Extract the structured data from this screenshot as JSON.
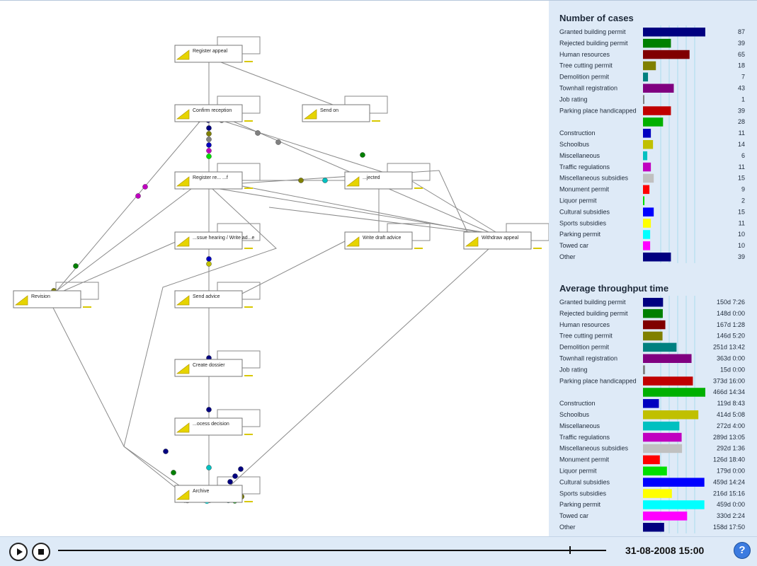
{
  "process_map": {
    "activities": [
      {
        "id": "register_appeal",
        "label": "Register appeal"
      },
      {
        "id": "confirm_reception",
        "label": "Confirm reception"
      },
      {
        "id": "send_on",
        "label": "Send on"
      },
      {
        "id": "register_request",
        "label": "Register re... ...f"
      },
      {
        "id": "rejected",
        "label": "...jected"
      },
      {
        "id": "hearing",
        "label": "...ssue hearing / Write ad...e"
      },
      {
        "id": "write_draft",
        "label": "Write draft advice"
      },
      {
        "id": "withdraw",
        "label": "Withdraw appeal"
      },
      {
        "id": "revision",
        "label": "Revision"
      },
      {
        "id": "send_advice",
        "label": "Send advice"
      },
      {
        "id": "create_dossier",
        "label": "Create dossier"
      },
      {
        "id": "process_decision",
        "label": "...ocess decision"
      },
      {
        "id": "archive",
        "label": "Archive"
      }
    ]
  },
  "cases_panel": {
    "title": "Number of cases",
    "rows": [
      {
        "label": "Granted building permit",
        "value": "87",
        "color": "#000080"
      },
      {
        "label": "Rejected building permit",
        "value": "39",
        "color": "#008000"
      },
      {
        "label": "Human resources",
        "value": "65",
        "color": "#800000"
      },
      {
        "label": "Tree cutting permit",
        "value": "18",
        "color": "#808000"
      },
      {
        "label": "Demolition permit",
        "value": "7",
        "color": "#008080"
      },
      {
        "label": "Townhall registration",
        "value": "43",
        "color": "#800080"
      },
      {
        "label": "Job rating",
        "value": "1",
        "color": "#808080"
      },
      {
        "label": "Parking place handicapped",
        "value": "39",
        "color": "#c00000"
      },
      {
        "label": "",
        "value": "28",
        "color": "#00b000"
      },
      {
        "label": "Construction",
        "value": "11",
        "color": "#0000c0"
      },
      {
        "label": "Schoolbus",
        "value": "14",
        "color": "#c0c000"
      },
      {
        "label": "Miscellaneous",
        "value": "6",
        "color": "#00c0c0"
      },
      {
        "label": "Traffic regulations",
        "value": "11",
        "color": "#c000c0"
      },
      {
        "label": "Miscellaneous subsidies",
        "value": "15",
        "color": "#c0c0c0"
      },
      {
        "label": "Monument permit",
        "value": "9",
        "color": "#ff0000"
      },
      {
        "label": "Liquor permit",
        "value": "2",
        "color": "#00e000"
      },
      {
        "label": "Cultural subsidies",
        "value": "15",
        "color": "#0000ff"
      },
      {
        "label": "Sports subsidies",
        "value": "11",
        "color": "#ffff00"
      },
      {
        "label": "Parking permit",
        "value": "10",
        "color": "#00ffff"
      },
      {
        "label": "Towed car",
        "value": "10",
        "color": "#ff00ff"
      },
      {
        "label": "Other",
        "value": "39",
        "color": "#000080"
      }
    ]
  },
  "throughput_panel": {
    "title": "Average throughput time",
    "rows": [
      {
        "label": "Granted building permit",
        "value": "150d  7:26",
        "days": 150,
        "color": "#000080"
      },
      {
        "label": "Rejected building permit",
        "value": "148d  0:00",
        "days": 148,
        "color": "#008000"
      },
      {
        "label": "Human resources",
        "value": "167d  1:28",
        "days": 167,
        "color": "#800000"
      },
      {
        "label": "Tree cutting permit",
        "value": "146d  5:20",
        "days": 146,
        "color": "#808000"
      },
      {
        "label": "Demolition permit",
        "value": "251d 13:42",
        "days": 251,
        "color": "#008080"
      },
      {
        "label": "Townhall registration",
        "value": "363d  0:00",
        "days": 363,
        "color": "#800080"
      },
      {
        "label": "Job rating",
        "value": "15d  0:00",
        "days": 15,
        "color": "#808080"
      },
      {
        "label": "Parking place handicapped",
        "value": "373d 16:00",
        "days": 373,
        "color": "#c00000"
      },
      {
        "label": "",
        "value": "466d 14:34",
        "days": 466,
        "color": "#00b000"
      },
      {
        "label": "Construction",
        "value": "119d  8:43",
        "days": 119,
        "color": "#0000c0"
      },
      {
        "label": "Schoolbus",
        "value": "414d  5:08",
        "days": 414,
        "color": "#c0c000"
      },
      {
        "label": "Miscellaneous",
        "value": "272d  4:00",
        "days": 272,
        "color": "#00c0c0"
      },
      {
        "label": "Traffic regulations",
        "value": "289d 13:05",
        "days": 289,
        "color": "#c000c0"
      },
      {
        "label": "Miscellaneous subsidies",
        "value": "292d  1:36",
        "days": 292,
        "color": "#c0c0c0"
      },
      {
        "label": "Monument permit",
        "value": "126d 18:40",
        "days": 126,
        "color": "#ff0000"
      },
      {
        "label": "Liquor permit",
        "value": "179d  0:00",
        "days": 179,
        "color": "#00e000"
      },
      {
        "label": "Cultural subsidies",
        "value": "459d 14:24",
        "days": 459,
        "color": "#0000ff"
      },
      {
        "label": "Sports subsidies",
        "value": "216d 15:16",
        "days": 216,
        "color": "#ffff00"
      },
      {
        "label": "Parking permit",
        "value": "459d  0:00",
        "days": 459,
        "color": "#00ffff"
      },
      {
        "label": "Towed car",
        "value": "330d  2:24",
        "days": 330,
        "color": "#ff00ff"
      },
      {
        "label": "Other",
        "value": "158d 17:50",
        "days": 158,
        "color": "#000080"
      }
    ]
  },
  "player": {
    "datetime": "31-08-2008 15:00",
    "play_icon": "play-icon",
    "stop_icon": "stop-icon",
    "help_label": "?",
    "progress_fraction": 0.934
  }
}
